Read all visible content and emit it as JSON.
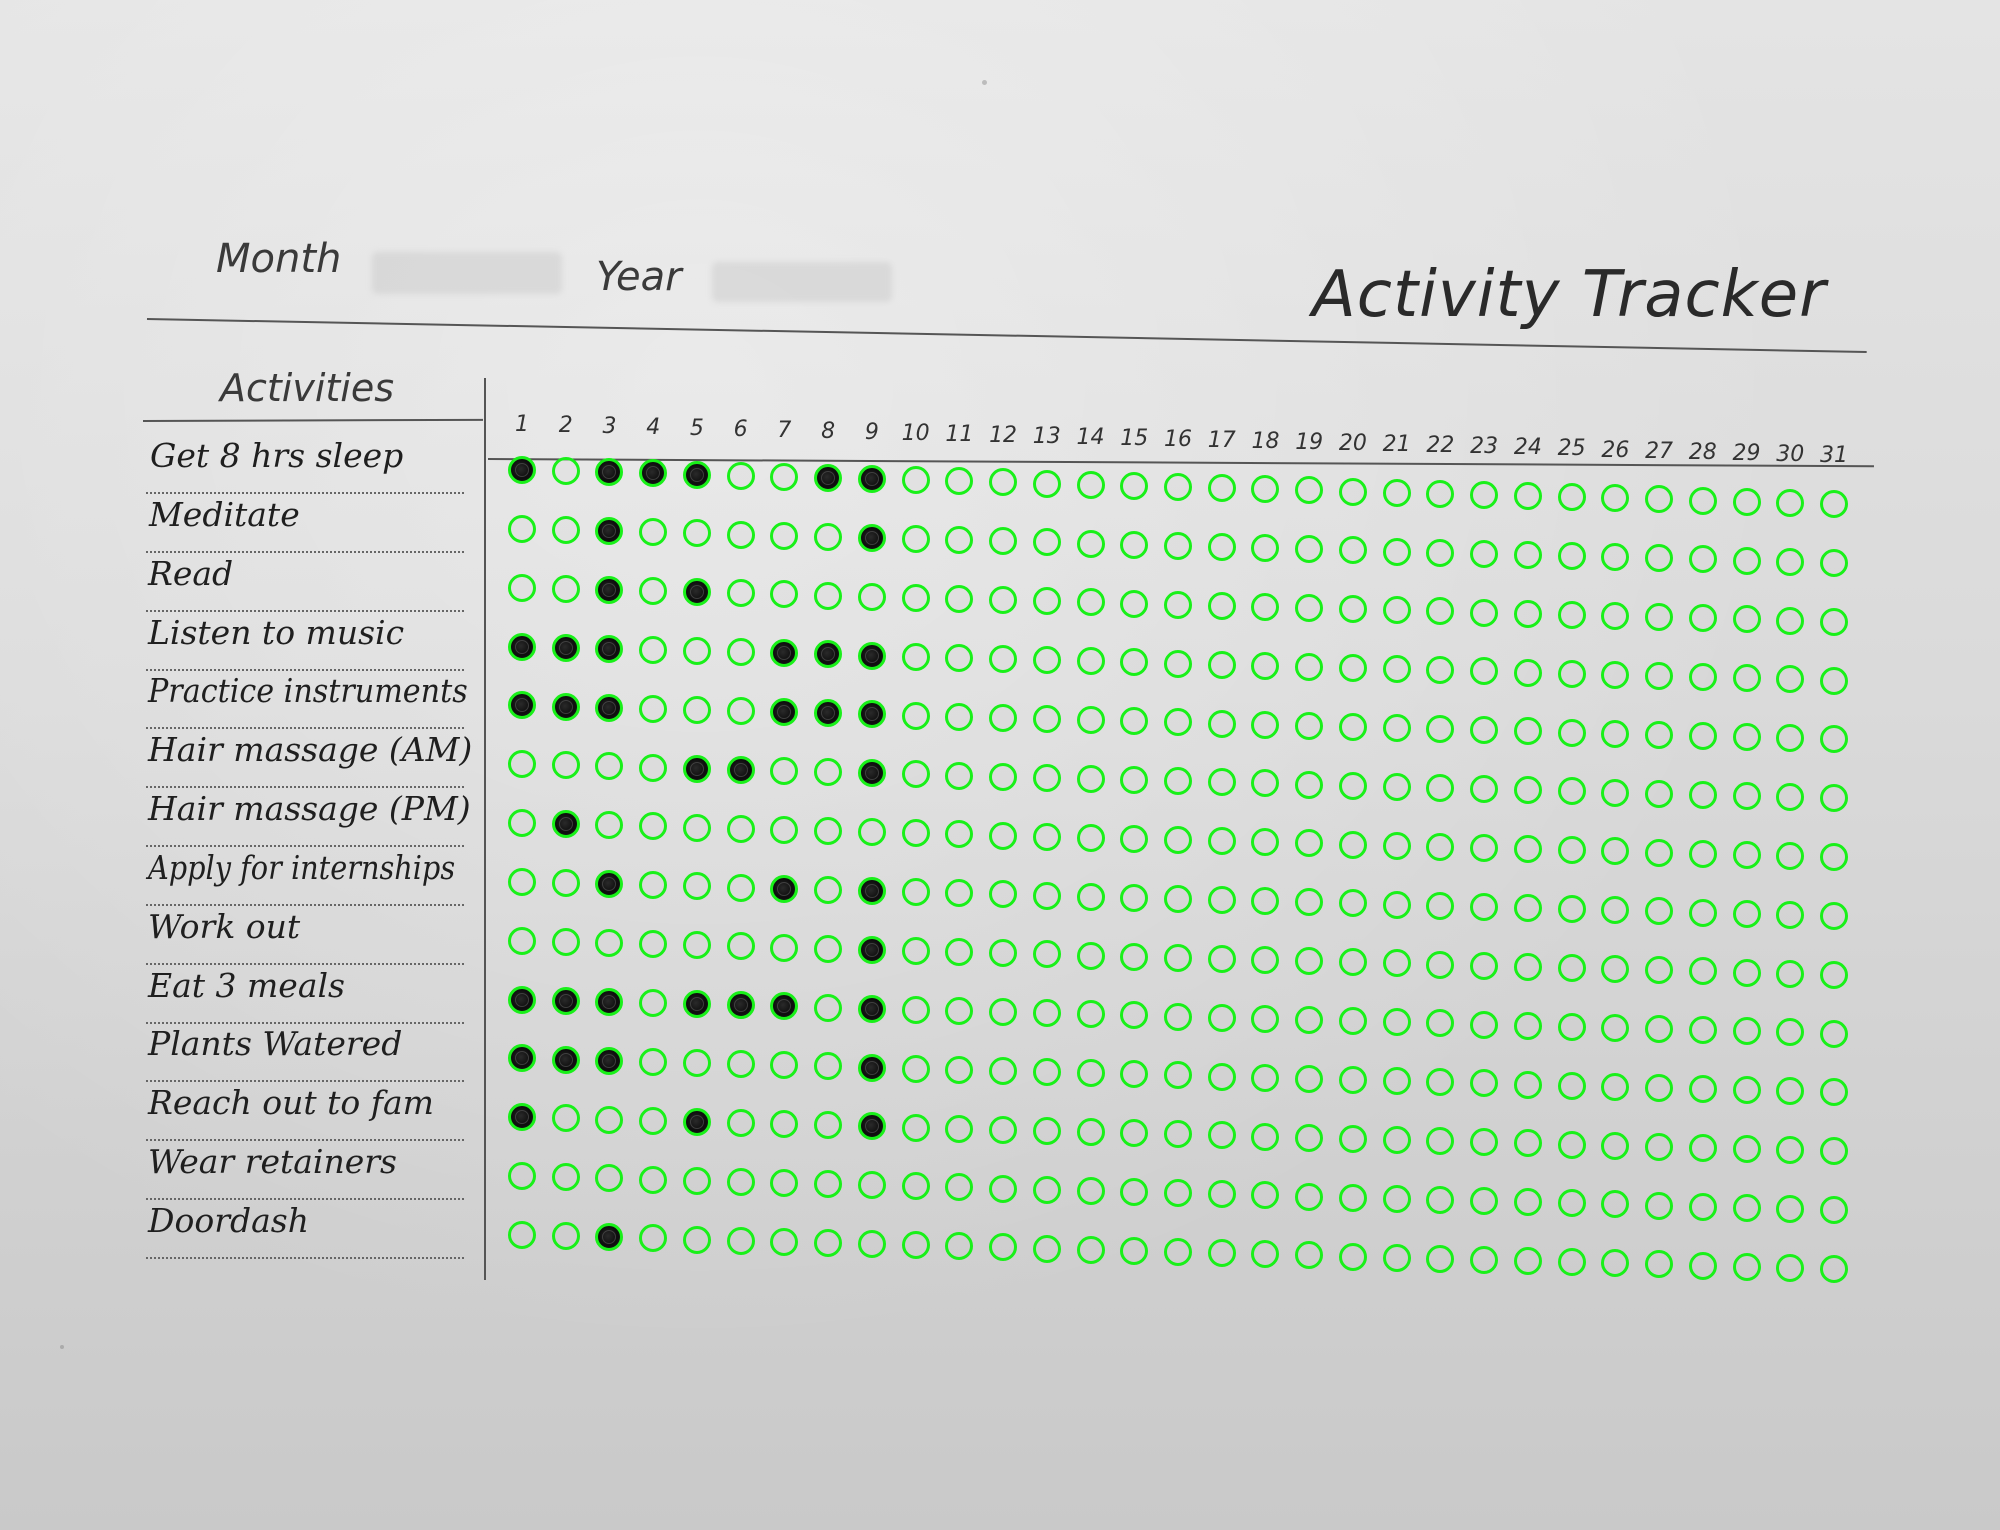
{
  "header": {
    "month_label": "Month",
    "year_label": "Year",
    "title": "Activity Tracker"
  },
  "table": {
    "activities_header": "Activities",
    "days": [
      "1",
      "2",
      "3",
      "4",
      "5",
      "6",
      "7",
      "8",
      "9",
      "10",
      "11",
      "12",
      "13",
      "14",
      "15",
      "16",
      "17",
      "18",
      "19",
      "20",
      "21",
      "22",
      "23",
      "24",
      "25",
      "26",
      "27",
      "28",
      "29",
      "30",
      "31"
    ],
    "activities": [
      {
        "label": "Get 8 hrs sleep",
        "filled_days": [
          1,
          3,
          4,
          5,
          8,
          9
        ]
      },
      {
        "label": "Meditate",
        "filled_days": [
          3,
          9
        ]
      },
      {
        "label": "Read",
        "filled_days": [
          3,
          5
        ]
      },
      {
        "label": "Listen to music",
        "filled_days": [
          1,
          2,
          3,
          7,
          8,
          9
        ]
      },
      {
        "label": "Practice instruments",
        "filled_days": [
          1,
          2,
          3,
          7,
          8,
          9
        ]
      },
      {
        "label": "Hair massage (AM)",
        "filled_days": [
          5,
          6,
          9
        ]
      },
      {
        "label": "Hair massage (PM)",
        "filled_days": [
          2
        ]
      },
      {
        "label": "Apply for internships",
        "filled_days": [
          3,
          7,
          9
        ]
      },
      {
        "label": "Work out",
        "filled_days": [
          9
        ]
      },
      {
        "label": "Eat 3 meals",
        "filled_days": [
          1,
          2,
          3,
          5,
          6,
          7,
          9
        ]
      },
      {
        "label": "Plants Watered",
        "filled_days": [
          1,
          2,
          3,
          9
        ]
      },
      {
        "label": "Reach out to fam",
        "filled_days": [
          1,
          5,
          9
        ]
      },
      {
        "label": "Wear retainers",
        "filled_days": []
      },
      {
        "label": "Doordash",
        "filled_days": [
          3
        ]
      }
    ]
  },
  "colors": {
    "circle_outline": "#19f019",
    "ink": "#111111",
    "paper": "#dcdcdc"
  }
}
